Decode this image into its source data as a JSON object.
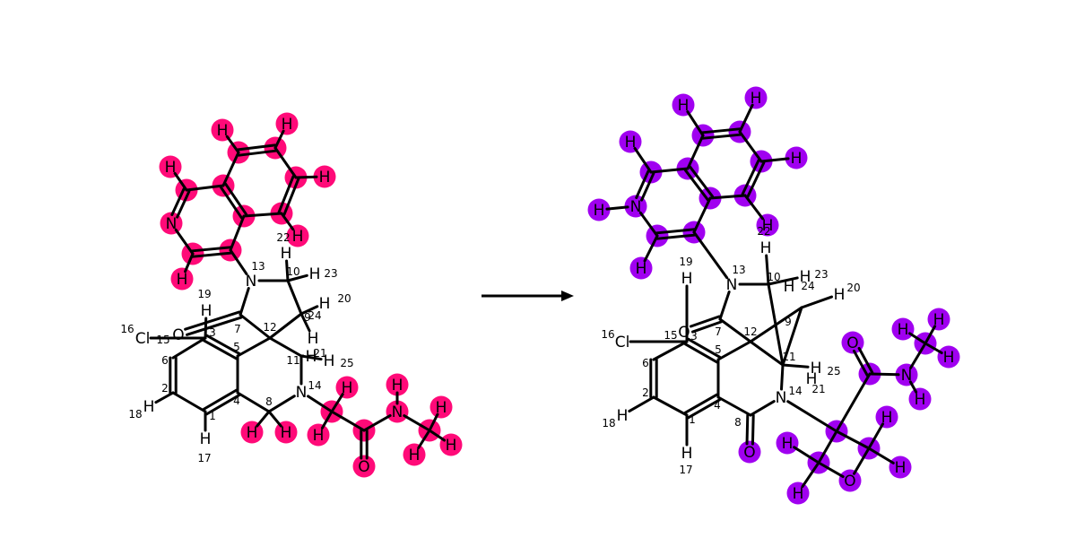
{
  "diagram": {
    "type": "reaction-scheme",
    "highlight_colors": {
      "reactant": "#FF0A78",
      "product": "#A000F0"
    },
    "arrow": {
      "color": "#000000"
    }
  },
  "reactant": {
    "atoms": [
      {
        "id": "r_H_ph1",
        "label": "H",
        "hl": true
      },
      {
        "id": "r_H_ph2",
        "label": "H",
        "hl": true
      },
      {
        "id": "r_C_ph1",
        "label": "",
        "hl": true
      },
      {
        "id": "r_C_ph2",
        "label": "",
        "hl": true
      },
      {
        "id": "r_H_py1",
        "label": "H",
        "hl": true
      },
      {
        "id": "r_C_py1",
        "label": "",
        "hl": true
      },
      {
        "id": "r_C_j1",
        "label": "",
        "hl": true
      },
      {
        "id": "r_C_ph3",
        "label": "",
        "hl": true
      },
      {
        "id": "r_H_ph3",
        "label": "H",
        "hl": true
      },
      {
        "id": "r_N_py",
        "label": "N",
        "hl": true
      },
      {
        "id": "r_C_j2",
        "label": "",
        "hl": true
      },
      {
        "id": "r_C_ph4",
        "label": "",
        "hl": true
      },
      {
        "id": "r_H_22",
        "label": "H",
        "hl": true,
        "index": "22"
      },
      {
        "id": "r_C_py2",
        "label": "",
        "hl": true
      },
      {
        "id": "r_C_py3",
        "label": "",
        "hl": true
      },
      {
        "id": "r_H_py2",
        "label": "H",
        "hl": true
      },
      {
        "id": "r_N13",
        "label": "N",
        "index": "13"
      },
      {
        "id": "r_C10",
        "label": "",
        "index": "10"
      },
      {
        "id": "r_H23",
        "label": "H",
        "index": "23"
      },
      {
        "id": "r_H10",
        "label": "H"
      },
      {
        "id": "r_O3",
        "label": "O",
        "index": "3"
      },
      {
        "id": "r_H19",
        "label": "H",
        "index": "19"
      },
      {
        "id": "r_C7",
        "label": "",
        "index": "7"
      },
      {
        "id": "r_C12",
        "label": "",
        "index": "12"
      },
      {
        "id": "r_C9",
        "label": "",
        "index": "9"
      },
      {
        "id": "r_H20",
        "label": "H",
        "index": "20"
      },
      {
        "id": "r_H24",
        "label": "H",
        "index": "24"
      },
      {
        "id": "r_Cl16",
        "label": "Cl",
        "index": "16"
      },
      {
        "id": "r_C15",
        "label": "",
        "index": "15"
      },
      {
        "id": "r_C5",
        "label": "",
        "index": "5"
      },
      {
        "id": "r_C11",
        "label": "",
        "index": "11"
      },
      {
        "id": "r_H21",
        "label": "H",
        "index": "21"
      },
      {
        "id": "r_H25",
        "label": "H",
        "index": "25"
      },
      {
        "id": "r_C6",
        "label": "",
        "index": "6"
      },
      {
        "id": "r_C4",
        "label": "",
        "index": "4"
      },
      {
        "id": "r_N14",
        "label": "N",
        "index": "14"
      },
      {
        "id": "r_C2",
        "label": "",
        "index": "2"
      },
      {
        "id": "r_C1",
        "label": "",
        "index": "1"
      },
      {
        "id": "r_C8",
        "label": "",
        "index": "8"
      },
      {
        "id": "r_H18",
        "label": "H",
        "index": "18"
      },
      {
        "id": "r_H17",
        "label": "H",
        "index": "17"
      },
      {
        "id": "r_H8a",
        "label": "H",
        "hl": true
      },
      {
        "id": "r_H8b",
        "label": "H",
        "hl": true
      },
      {
        "id": "r_C_ch2",
        "label": "",
        "hl": true
      },
      {
        "id": "r_H_ch2a",
        "label": "H",
        "hl": true
      },
      {
        "id": "r_H_ch2b",
        "label": "H",
        "hl": true
      },
      {
        "id": "r_C_co",
        "label": "",
        "hl": true
      },
      {
        "id": "r_O_co",
        "label": "O",
        "hl": true
      },
      {
        "id": "r_N_am",
        "label": "N",
        "hl": true
      },
      {
        "id": "r_H_nh",
        "label": "H",
        "hl": true
      },
      {
        "id": "r_C_me",
        "label": "",
        "hl": true
      },
      {
        "id": "r_H_me1",
        "label": "H",
        "hl": true
      },
      {
        "id": "r_H_me2",
        "label": "H",
        "hl": true
      },
      {
        "id": "r_H_me3",
        "label": "H",
        "hl": true
      }
    ]
  },
  "product": {
    "atoms": [
      {
        "id": "p_H_ph1",
        "label": "H",
        "hl": true
      },
      {
        "id": "p_H_ph2",
        "label": "H",
        "hl": true
      },
      {
        "id": "p_C_ph1",
        "label": "",
        "hl": true
      },
      {
        "id": "p_C_ph2",
        "label": "",
        "hl": true
      },
      {
        "id": "p_H_py1",
        "label": "H",
        "hl": true
      },
      {
        "id": "p_C_py1",
        "label": "",
        "hl": true
      },
      {
        "id": "p_C_j1",
        "label": "",
        "hl": true
      },
      {
        "id": "p_C_ph3",
        "label": "",
        "hl": true
      },
      {
        "id": "p_H_ph3",
        "label": "H",
        "hl": true
      },
      {
        "id": "p_N_py",
        "label": "N",
        "hl": true
      },
      {
        "id": "p_H_npy",
        "label": "H",
        "hl": true
      },
      {
        "id": "p_C_j2",
        "label": "",
        "hl": true
      },
      {
        "id": "p_C_ph4",
        "label": "",
        "hl": true
      },
      {
        "id": "p_H_22",
        "label": "H",
        "hl": true,
        "index": "22"
      },
      {
        "id": "p_C_py2",
        "label": "",
        "hl": true
      },
      {
        "id": "p_C_py3",
        "label": "",
        "hl": true
      },
      {
        "id": "p_H_py2",
        "label": "H",
        "hl": true
      },
      {
        "id": "p_H19",
        "label": "H",
        "index": "19"
      },
      {
        "id": "p_N13",
        "label": "N",
        "index": "13"
      },
      {
        "id": "p_H10",
        "label": "H"
      },
      {
        "id": "p_C10",
        "label": "",
        "index": "10"
      },
      {
        "id": "p_H23",
        "label": "H",
        "index": "23"
      },
      {
        "id": "p_H24",
        "label": "H",
        "index": "24"
      },
      {
        "id": "p_H20",
        "label": "H",
        "index": "20"
      },
      {
        "id": "p_C9",
        "label": "",
        "index": "9"
      },
      {
        "id": "p_C7",
        "label": "",
        "index": "7"
      },
      {
        "id": "p_O3",
        "label": "O",
        "index": "3"
      },
      {
        "id": "p_C12",
        "label": "",
        "index": "12"
      },
      {
        "id": "p_Cl16",
        "label": "Cl",
        "index": "16"
      },
      {
        "id": "p_C15",
        "label": "",
        "index": "15"
      },
      {
        "id": "p_C5",
        "label": "",
        "index": "5"
      },
      {
        "id": "p_C11",
        "label": "",
        "index": "11"
      },
      {
        "id": "p_H25",
        "label": "H",
        "index": "25"
      },
      {
        "id": "p_H21",
        "label": "H",
        "index": "21"
      },
      {
        "id": "p_C6",
        "label": "",
        "index": "6"
      },
      {
        "id": "p_N14",
        "label": "N",
        "index": "14"
      },
      {
        "id": "p_C2",
        "label": "",
        "index": "2"
      },
      {
        "id": "p_C4",
        "label": "",
        "index": "4"
      },
      {
        "id": "p_C1",
        "label": "",
        "index": "1"
      },
      {
        "id": "p_C8",
        "label": "",
        "index": "8"
      },
      {
        "id": "p_H18",
        "label": "H",
        "index": "18"
      },
      {
        "id": "p_H17",
        "label": "H",
        "index": "17"
      },
      {
        "id": "p_O_c8",
        "label": "O",
        "hl": true
      },
      {
        "id": "p_O_co",
        "label": "O",
        "hl": true
      },
      {
        "id": "p_C_co",
        "label": "",
        "hl": true
      },
      {
        "id": "p_N_am",
        "label": "N",
        "hl": true
      },
      {
        "id": "p_H_nh",
        "label": "H",
        "hl": true
      },
      {
        "id": "p_C_me",
        "label": "",
        "hl": true
      },
      {
        "id": "p_H_me1",
        "label": "H",
        "hl": true
      },
      {
        "id": "p_H_me2",
        "label": "H",
        "hl": true
      },
      {
        "id": "p_H_me3",
        "label": "H",
        "hl": true
      },
      {
        "id": "p_C_q",
        "label": "",
        "hl": true
      },
      {
        "id": "p_C_r1",
        "label": "",
        "hl": true
      },
      {
        "id": "p_C_r2",
        "label": "",
        "hl": true
      },
      {
        "id": "p_O_r",
        "label": "O",
        "hl": true
      },
      {
        "id": "p_H_r1a",
        "label": "H",
        "hl": true
      },
      {
        "id": "p_H_r1b",
        "label": "H",
        "hl": true
      },
      {
        "id": "p_H_r2a",
        "label": "H",
        "hl": true
      },
      {
        "id": "p_H_r2b",
        "label": "H",
        "hl": true
      }
    ]
  }
}
